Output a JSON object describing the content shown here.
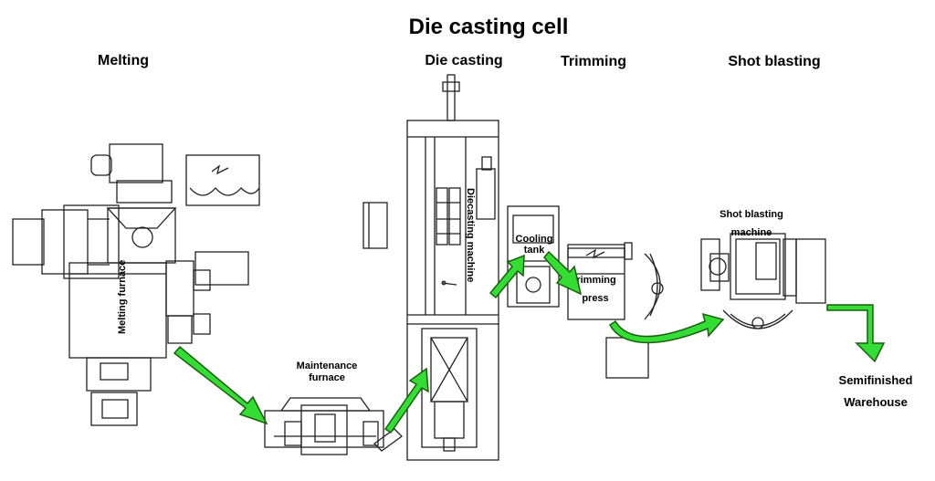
{
  "diagram": {
    "title": "Die casting cell",
    "sections": {
      "melting": "Melting",
      "die_casting": "Die casting",
      "trimming": "Trimming",
      "shot_blasting": "Shot blasting"
    },
    "equipment": {
      "melting_furnace": "Melting furnace",
      "maintenance_furnace_line1": "Maintenance",
      "maintenance_furnace_line2": "furnace",
      "diecasting_machine": "Diecasting machine",
      "cooling_tank_line1": "Cooling",
      "cooling_tank_line2": "tank",
      "trimming_press_line1": "Trimming",
      "trimming_press_line2": "press",
      "shot_blasting_machine_line1": "Shot blasting",
      "shot_blasting_machine_line2": "machine",
      "warehouse_line1": "Semifinished",
      "warehouse_line2": "Warehouse"
    },
    "colors": {
      "flow_arrow": "#33dd33",
      "flow_arrow_outline": "#1b5e10",
      "equipment_line": "#222222"
    }
  }
}
